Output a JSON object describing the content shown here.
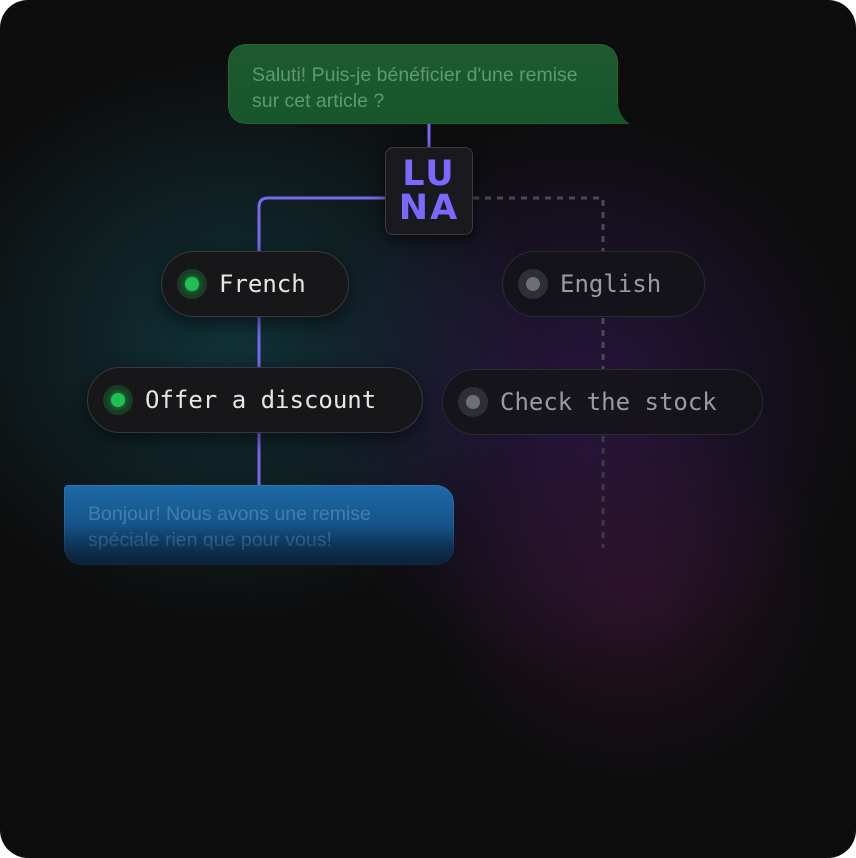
{
  "incoming_message": {
    "text": "Saluti! Puis-je bénéficier d'une remise sur cet article ?"
  },
  "hub": {
    "line1": "LU",
    "line2": "NA"
  },
  "branches": {
    "language": [
      {
        "label": "French",
        "state": "active"
      },
      {
        "label": "English",
        "state": "inactive"
      }
    ],
    "action": [
      {
        "label": "Offer a discount",
        "state": "active"
      },
      {
        "label": "Check the stock",
        "state": "inactive"
      }
    ]
  },
  "reply_message": {
    "text": "Bonjour! Nous avons une remise spéciale rien que pour vous!"
  },
  "colors": {
    "active_wire": "#7b68ee",
    "inactive_wire": "#4a4a52",
    "active_dot": "#20c050",
    "inactive_dot": "#6e6e78",
    "incoming_bubble": "#1a5a2c",
    "reply_bubble": "#1a5e96",
    "hub_text": "#7b68ff"
  }
}
